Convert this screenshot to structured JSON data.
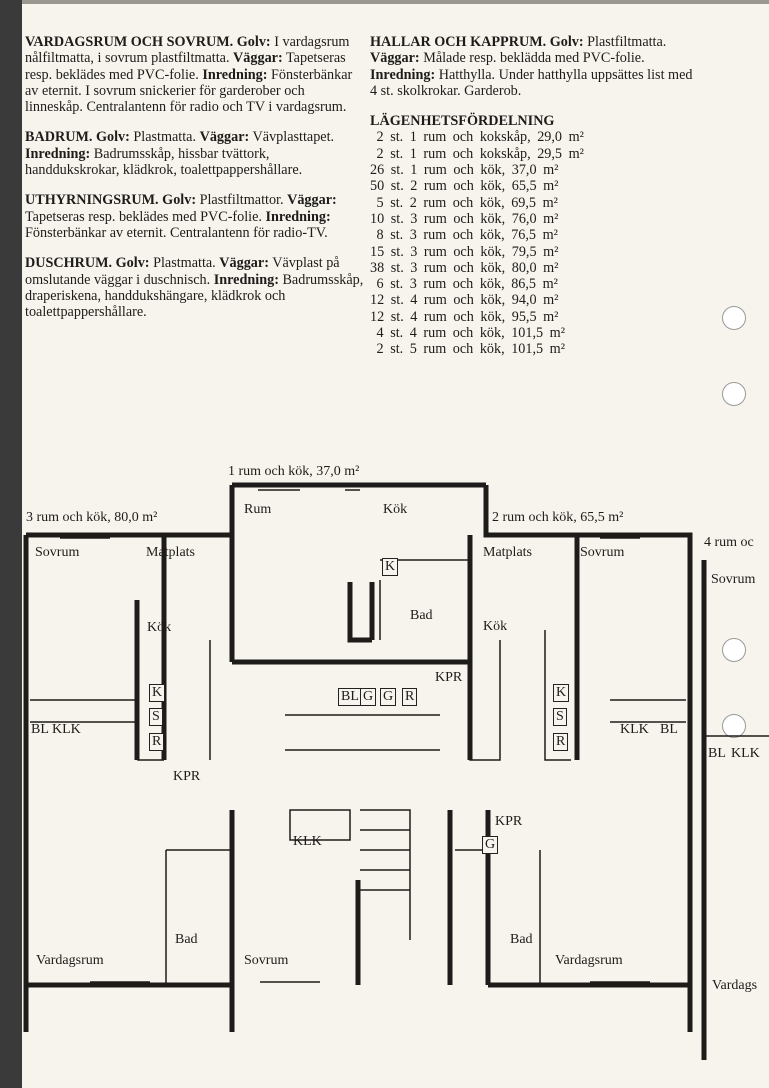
{
  "left_column": [
    {
      "title": "VARDAGSRUM OCH SOVRUM.",
      "golv_label": "Golv:",
      "golv": "I vardagsrum nålfiltmatta, i sovrum plastfiltmatta.",
      "vaggar_label": "Väggar:",
      "vaggar": "Tapetseras resp. beklädes med PVC-folie.",
      "inredning_label": "Inredning:",
      "inredning": "Fönsterbänkar av eternit. I sovrum snickerier för garderober och linneskåp. Centralantenn för radio och TV i vardagsrum."
    },
    {
      "title": "BADRUM.",
      "golv_label": "Golv:",
      "golv": "Plastmatta.",
      "vaggar_label": "Väggar:",
      "vaggar": "Vävplasttapet.",
      "inredning_label": "Inredning:",
      "inredning": "Badrumsskåp, hissbar tvättork, handdukskrokar, klädkrok, toalettpappershållare."
    },
    {
      "title": "UTHYRNINGSRUM.",
      "golv_label": "Golv:",
      "golv": "Plastfiltmattor.",
      "vaggar_label": "Väggar:",
      "vaggar": "Tapetseras resp. beklädes med PVC-folie.",
      "inredning_label": "Inredning:",
      "inredning": "Fönsterbänkar av eternit. Centralantenn för radio-TV."
    },
    {
      "title": "DUSCHRUM.",
      "golv_label": "Golv:",
      "golv": "Plastmatta.",
      "vaggar_label": "Väggar:",
      "vaggar": "Vävplast på omslutande väggar i duschnisch.",
      "inredning_label": "Inredning:",
      "inredning": "Badrumsskåp, draperiskena, handdukshängare, klädkrok och toalettpappershållare."
    }
  ],
  "hallar": {
    "title": "HALLAR OCH KAPPRUM.",
    "golv_label": "Golv:",
    "golv": "Plastfiltmatta.",
    "vaggar_label": "Väggar:",
    "vaggar": "Målade resp. beklädda med PVC-folie.",
    "inredning_label": "Inredning:",
    "inredning": "Hatthylla. Under hatthylla uppsättes list med 4 st. skolkrokar. Garderob."
  },
  "distribution": {
    "title": "LÄGENHETSFÖRDELNING",
    "rows": [
      " 2 st. 1 rum och kokskåp, 29,0 m²",
      " 2 st. 1 rum och kokskåp, 29,5 m²",
      "26 st. 1 rum och kök, 37,0 m²",
      "50 st. 2 rum och kök, 65,5 m²",
      " 5 st. 2 rum och kök, 69,5 m²",
      "10 st. 3 rum och kök, 76,0 m²",
      " 8 st. 3 rum och kök, 76,5 m²",
      "15 st. 3 rum och kök, 79,5 m²",
      "38 st. 3 rum och kök, 80,0 m²",
      " 6 st. 3 rum och kök, 86,5 m²",
      "12 st. 4 rum och kök, 94,0 m²",
      "12 st. 4 rum och kök, 95,5 m²",
      " 4 st. 4 rum och kök, 101,5 m²",
      " 2 st. 5 rum och kök, 101,5 m²"
    ]
  },
  "plan": {
    "apt_center": "1 rum och kök, 37,0 m²",
    "apt_left": "3 rum och kök, 80,0 m²",
    "apt_right": "2 rum och kök, 65,5 m²",
    "apt_far_right": "4 rum oc",
    "labels": [
      "Rum",
      "Kök",
      "Sovrum",
      "Matplats",
      "Matplats",
      "Sovrum",
      "Sovrum",
      "K",
      "Bad",
      "Kök",
      "Kök",
      "K",
      "S",
      "R",
      "K",
      "S",
      "R",
      "KPR",
      "BL",
      "G",
      "G",
      "R",
      "BL",
      "KLK",
      "KLK",
      "BL",
      "BL",
      "KLK",
      "KPR",
      "KPR",
      "G",
      "KLK",
      "Bad",
      "Bad",
      "Vardagsrum",
      "Sovrum",
      "Vardagsrum",
      "Vardags"
    ]
  }
}
